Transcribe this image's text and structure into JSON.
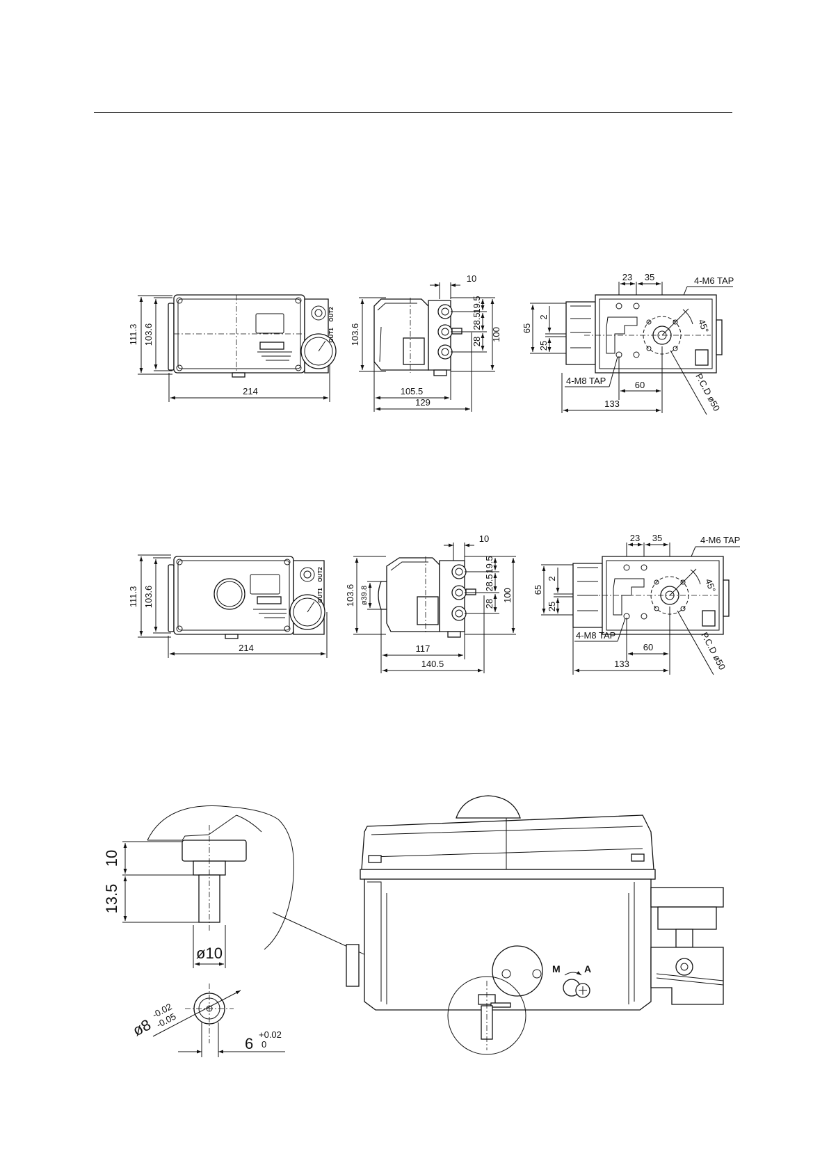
{
  "view1": {
    "front": {
      "d_total_height": "111.3",
      "d_body_height": "103.6",
      "d_width": "214",
      "port_out2": "OUT2",
      "port_out1": "OUT1"
    },
    "side": {
      "d_height": "103.6",
      "d_offset_10": "10",
      "d_19_5": "19.5",
      "d_28_5": "28.5",
      "d_28": "28",
      "d_100": "100",
      "d_105_5": "105.5",
      "d_129": "129"
    },
    "bottom": {
      "d_23": "23",
      "d_35": "35",
      "note_m6": "4-M6 TAP",
      "d_65": "65",
      "d_2": "2",
      "d_25": "25",
      "angle_45": "45°",
      "note_m8": "4-M8 TAP",
      "d_60": "60",
      "d_133": "133",
      "pcd": "P.C.D ø50"
    }
  },
  "view2": {
    "front": {
      "d_total_height": "111.3",
      "d_body_height": "103.6",
      "d_width": "214",
      "port_out2": "OUT2",
      "port_out1": "OUT1"
    },
    "side": {
      "d_height": "103.6",
      "d_dia": "ø39.8",
      "d_offset_10": "10",
      "d_19_5": "19.5",
      "d_28_5": "28.5",
      "d_28": "28",
      "d_100": "100",
      "d_117": "117",
      "d_140_5": "140.5"
    },
    "bottom": {
      "d_23": "23",
      "d_35": "35",
      "note_m6": "4-M6 TAP",
      "d_65": "65",
      "d_2": "2",
      "d_25": "25",
      "angle_45": "45°",
      "note_m8": "4-M8 TAP",
      "d_60": "60",
      "d_133": "133",
      "pcd": "P.C.D ø50"
    }
  },
  "shaft_detail": {
    "d_10": "10",
    "d_13_5": "13.5",
    "d_dia10": "ø10",
    "d_dia8": "ø8",
    "tol8_upper": "-0.02",
    "tol8_lower": "-0.05",
    "d_6": "6",
    "tol6_upper": "+0.02",
    "tol6_lower": "0",
    "label_m": "M",
    "label_a": "A"
  }
}
